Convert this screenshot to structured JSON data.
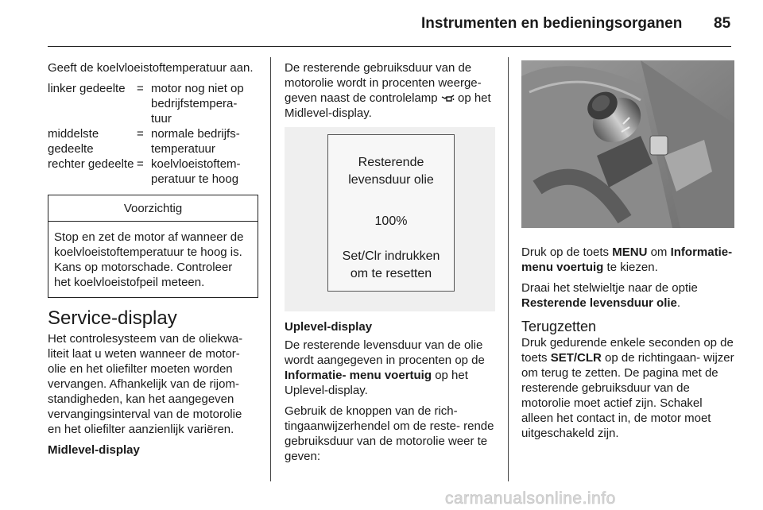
{
  "header": {
    "title": "Instrumenten en bedieningsorganen",
    "page_number": "85"
  },
  "col1": {
    "intro": "Geeft de koelvloeistoftemperatuur aan.",
    "definitions": [
      {
        "term": "linker gedeelte",
        "eq": "=",
        "desc": "motor nog niet op bedrijfstempera- tuur"
      },
      {
        "term": "middelste gedeelte",
        "eq": "=",
        "desc": "normale bedrijfs- temperatuur"
      },
      {
        "term": "rechter gedeelte",
        "eq": "=",
        "desc": "koelvloeistoftem- peratuur te hoog"
      }
    ],
    "caution_title": "Voorzichtig",
    "caution_text": "Stop en zet de motor af wanneer de koelvloeistoftemperatuur te hoog is. Kans op motorschade. Controleer het koelvloeistofpeil meteen.",
    "section_heading": "Service-display",
    "section_text": "Het controlesysteem van de oliekwa- liteit laat u weten wanneer de motor- olie en het oliefilter moeten worden vervangen. Afhankelijk van de rijom- standigheden, kan het aangegeven vervangingsinterval van de motorolie en het oliefilter aanzienlijk variëren.",
    "midlevel_heading": "Midlevel-display"
  },
  "col2": {
    "p1_before": "De resterende gebruiksduur van de motorolie wordt in procenten weerge- geven naast de controlelamp",
    "p1_after": "op het Midlevel-display.",
    "display_lines": [
      "Resterende",
      "levensduur olie",
      "100%",
      "Set/Clr indrukken",
      "om te resetten"
    ],
    "uplevel_heading": "Uplevel-display",
    "p2_before": "De resterende levensduur van de olie wordt aangegeven in procenten op de",
    "p2_bold": "Informatie- menu voertuig",
    "p2_after": "op het Uplevel-display.",
    "p3": "Gebruik de knoppen van de rich- tingaanwijzerhendel om de reste- rende gebruiksduur van de motorolie weer te geven:"
  },
  "col3": {
    "p1_a": "Druk op de toets",
    "p1_bold1": "MENU",
    "p1_b": "om",
    "p1_bold2": "Informatie- menu voertuig",
    "p1_c": "te kiezen.",
    "p2_a": "Draai het stelwieltje naar de optie",
    "p2_bold": "Resterende levensduur olie",
    "p2_c": ".",
    "reset_heading": "Terugzetten",
    "p3_a": "Druk gedurende enkele seconden op de toets",
    "p3_bold": "SET/CLR",
    "p3_b": "op de richtingaan- wijzer om terug te zetten. De pagina met de resterende gebruiksduur van de motorolie moet actief zijn. Schakel alleen het contact in, de motor moet uitgeschakeld zijn."
  },
  "watermark": "carmanualsonline.info",
  "icons": {
    "oil_lamp": "oil-can-icon"
  }
}
